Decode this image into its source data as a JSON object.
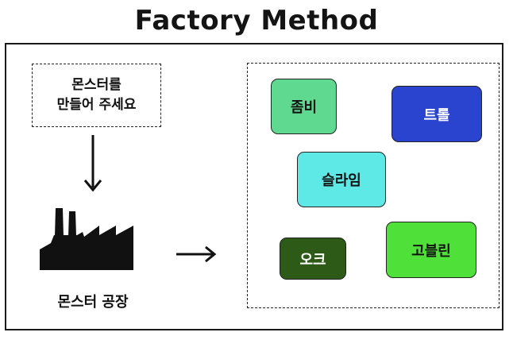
{
  "diagram": {
    "title": "Factory Method",
    "client_request": {
      "line1": "몬스터를",
      "line2": "만들어 주세요"
    },
    "factory": {
      "label": "몬스터 공장",
      "icon": "factory-icon"
    },
    "products": [
      {
        "label": "좀비",
        "fill": "#5fd98f",
        "text_color": "#111111"
      },
      {
        "label": "트롤",
        "fill": "#2a44cf",
        "text_color": "#ffffff"
      },
      {
        "label": "슬라임",
        "fill": "#5ee8e6",
        "text_color": "#111111"
      },
      {
        "label": "오크",
        "fill": "#2d5a17",
        "text_color": "#ffffff"
      },
      {
        "label": "고블린",
        "fill": "#4fe13a",
        "text_color": "#111111"
      }
    ]
  }
}
